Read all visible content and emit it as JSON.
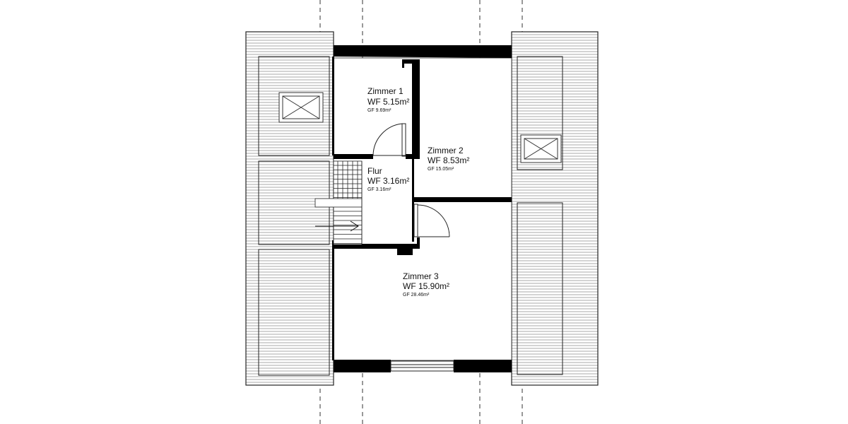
{
  "rooms": [
    {
      "id": "zimmer-1",
      "name": "Zimmer 1",
      "wf": "WF 5.15m²",
      "gf": "GF 9.69m²"
    },
    {
      "id": "zimmer-2",
      "name": "Zimmer 2",
      "wf": "WF 8.53m²",
      "gf": "GF 15.05m²"
    },
    {
      "id": "flur",
      "name": "Flur",
      "wf": "WF 3.16m²",
      "gf": "GF 3.16m²"
    },
    {
      "id": "zimmer-3",
      "name": "Zimmer 3",
      "wf": "WF 15.90m²",
      "gf": "GF 28.46m²"
    }
  ],
  "colors": {
    "wall": "#000000",
    "line": "#222222",
    "background": "#ffffff"
  },
  "icons": [
    "skylight-icon",
    "stair-arrow-icon",
    "door-swing-icon"
  ]
}
